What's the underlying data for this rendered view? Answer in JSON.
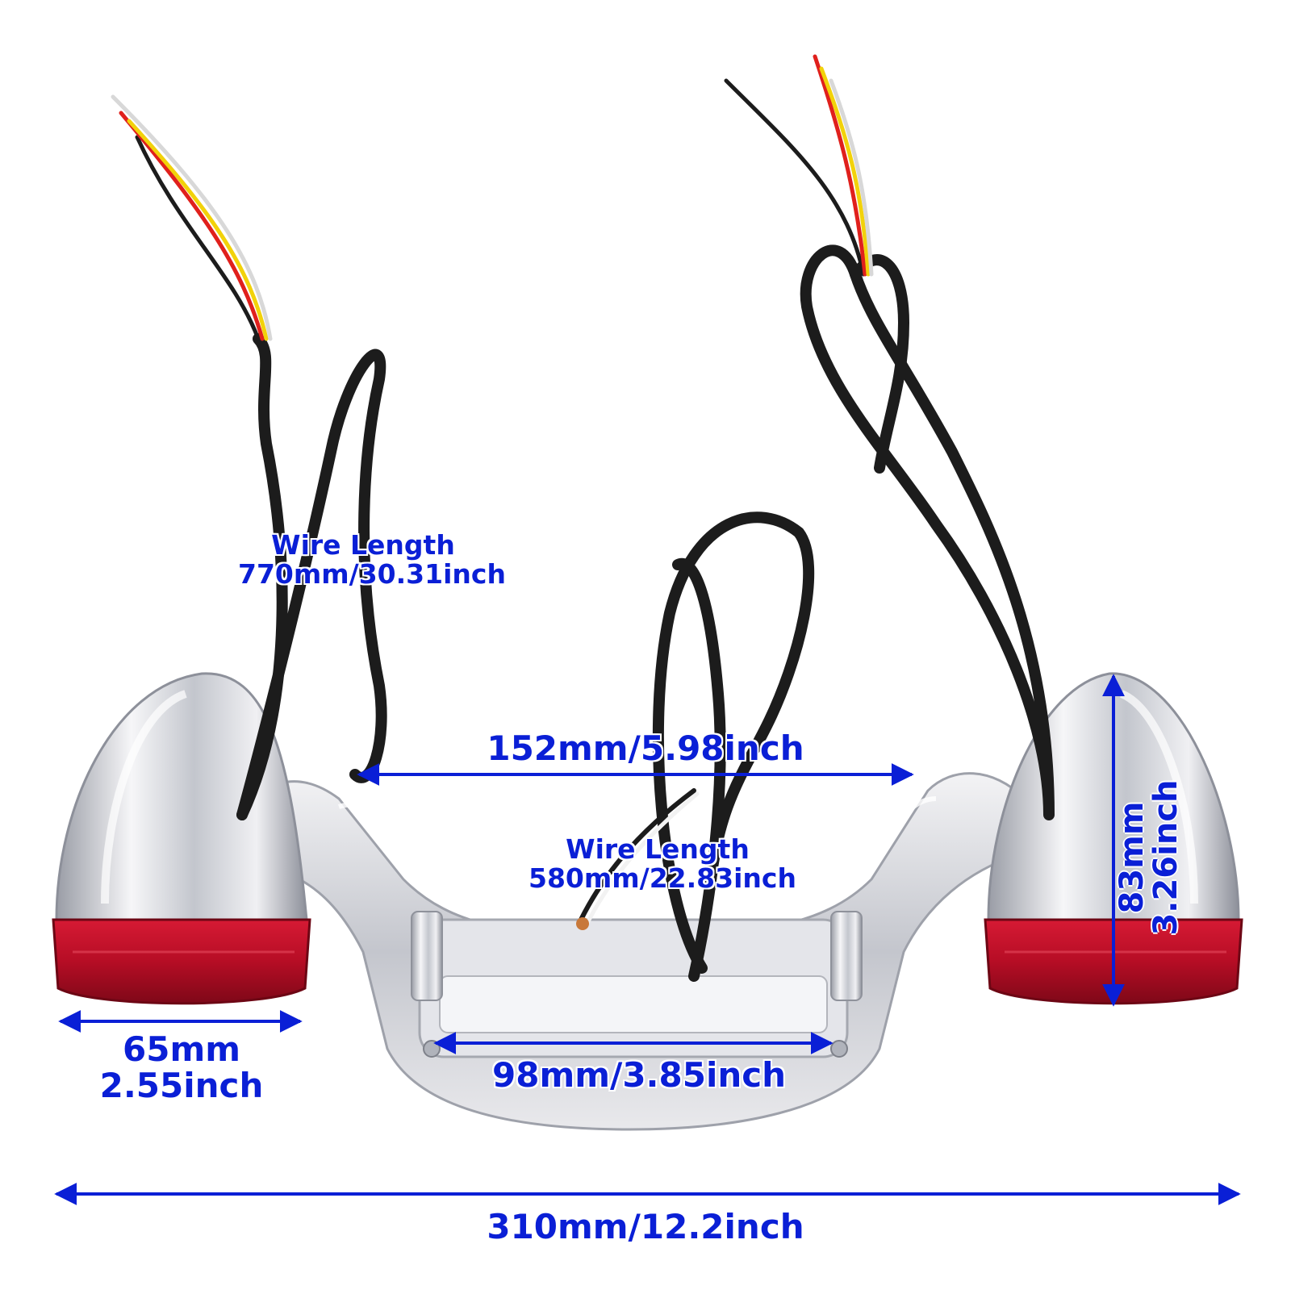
{
  "colors": {
    "dimension": "#0a1fd6",
    "chrome_light": "#f4f4f6",
    "chrome_mid": "#c9cbd2",
    "chrome_dark": "#8b8e98",
    "lens_red": "#c8102e",
    "lens_dark": "#8a0a1e",
    "wire_black": "#1c1c1c",
    "wire_red": "#e0201c",
    "wire_yellow": "#f2d20a",
    "wire_white": "#f2f2f2"
  },
  "dimensions": {
    "wire_length_left": {
      "title": "Wire Length",
      "value": "770mm/30.31inch"
    },
    "wire_length_center": {
      "title": "Wire Length",
      "value": "580mm/22.83inch"
    },
    "light_spacing": "152mm/5.98inch",
    "plate_light_width": "98mm/3.85inch",
    "lens_diameter": {
      "metric": "65mm",
      "imperial": "2.55inch"
    },
    "light_height": {
      "metric": "83mm",
      "imperial": "3.26inch"
    },
    "overall_width": "310mm/12.2inch"
  }
}
